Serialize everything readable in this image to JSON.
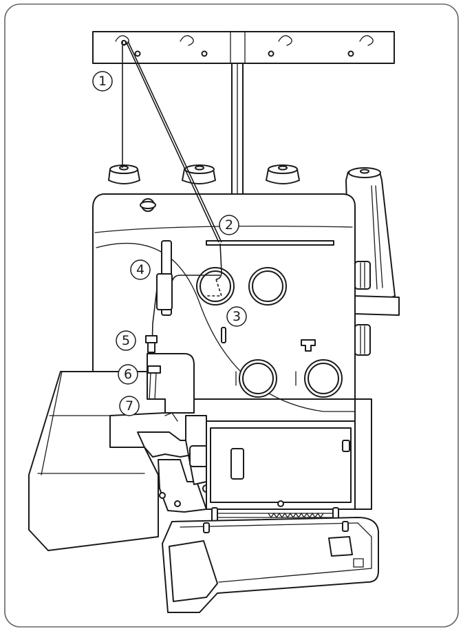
{
  "callouts": [
    {
      "id": "1",
      "label": "1"
    },
    {
      "id": "2",
      "label": "2"
    },
    {
      "id": "3",
      "label": "3"
    },
    {
      "id": "4",
      "label": "4"
    },
    {
      "id": "5",
      "label": "5"
    },
    {
      "id": "6",
      "label": "6"
    },
    {
      "id": "7",
      "label": "7"
    }
  ],
  "colors": {
    "line": "#1a1a1a",
    "paper": "#ffffff",
    "frame": "#666666"
  }
}
